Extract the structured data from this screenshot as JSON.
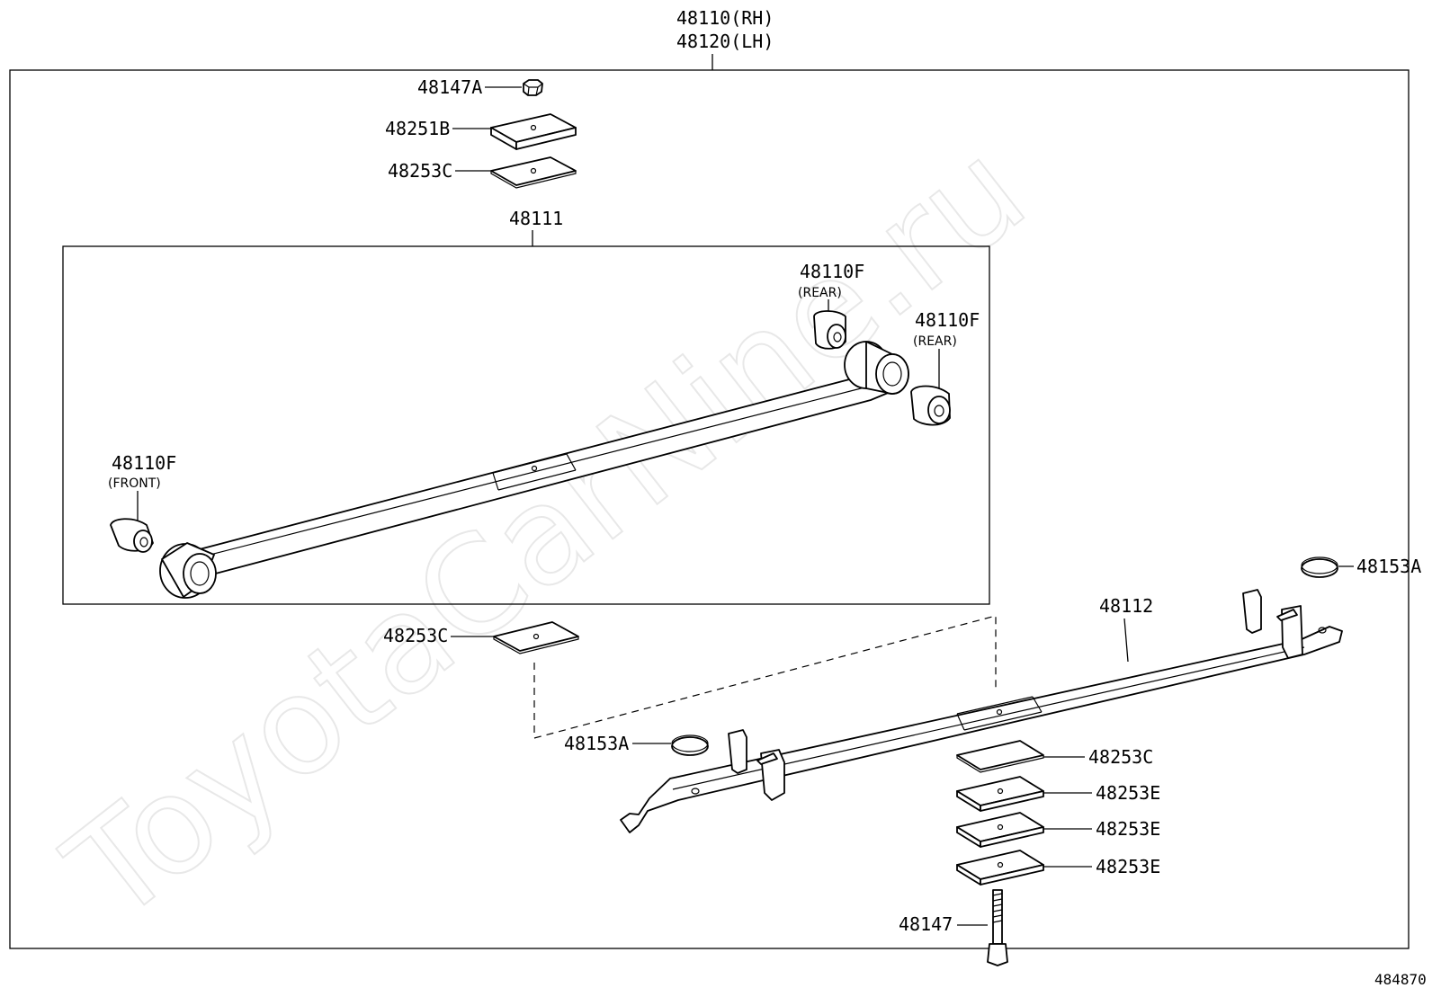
{
  "watermark": "ToyotaCarNine.ru",
  "figure_number": "484870",
  "labels": {
    "assembly_rh": "48110(RH)",
    "assembly_lh": "48120(LH)",
    "nut_top": "48147A",
    "plate_251b": "48251B",
    "plate_253c_top": "48253C",
    "main_leaf": "48111",
    "bushing_rear_1": "48110F",
    "bushing_rear_1_note": "(REAR)",
    "bushing_rear_2": "48110F",
    "bushing_rear_2_note": "(REAR)",
    "bushing_front": "48110F",
    "bushing_front_note": "(FRONT)",
    "cap_right": "48153A",
    "second_leaf": "48112",
    "plate_253c_mid": "48253C",
    "cap_left": "48153A",
    "plate_253c_bottom": "48253C",
    "plate_253e_1": "48253E",
    "plate_253e_2": "48253E",
    "plate_253e_3": "48253E",
    "center_bolt": "48147"
  }
}
